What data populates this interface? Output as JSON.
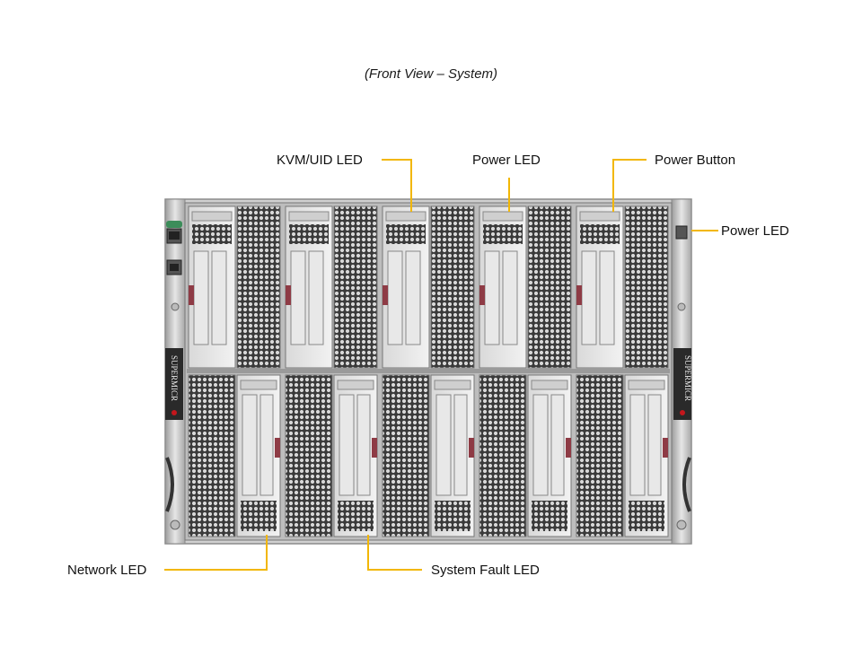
{
  "title": "(Front View – System)",
  "brand": "SUPERMICR",
  "callouts": {
    "kvm_uid_led": "KVM/UID LED",
    "power_led_top": "Power LED",
    "power_button": "Power Button",
    "power_led_right": "Power LED",
    "network_led": "Network LED",
    "system_fault_led": "System Fault LED"
  },
  "colors": {
    "leader": "#f2b705",
    "chassis": "#c9c9c9",
    "mesh_dark": "#2e2e2e",
    "handle_red": "#8e3b45",
    "brand_dot": "#c4161c"
  }
}
